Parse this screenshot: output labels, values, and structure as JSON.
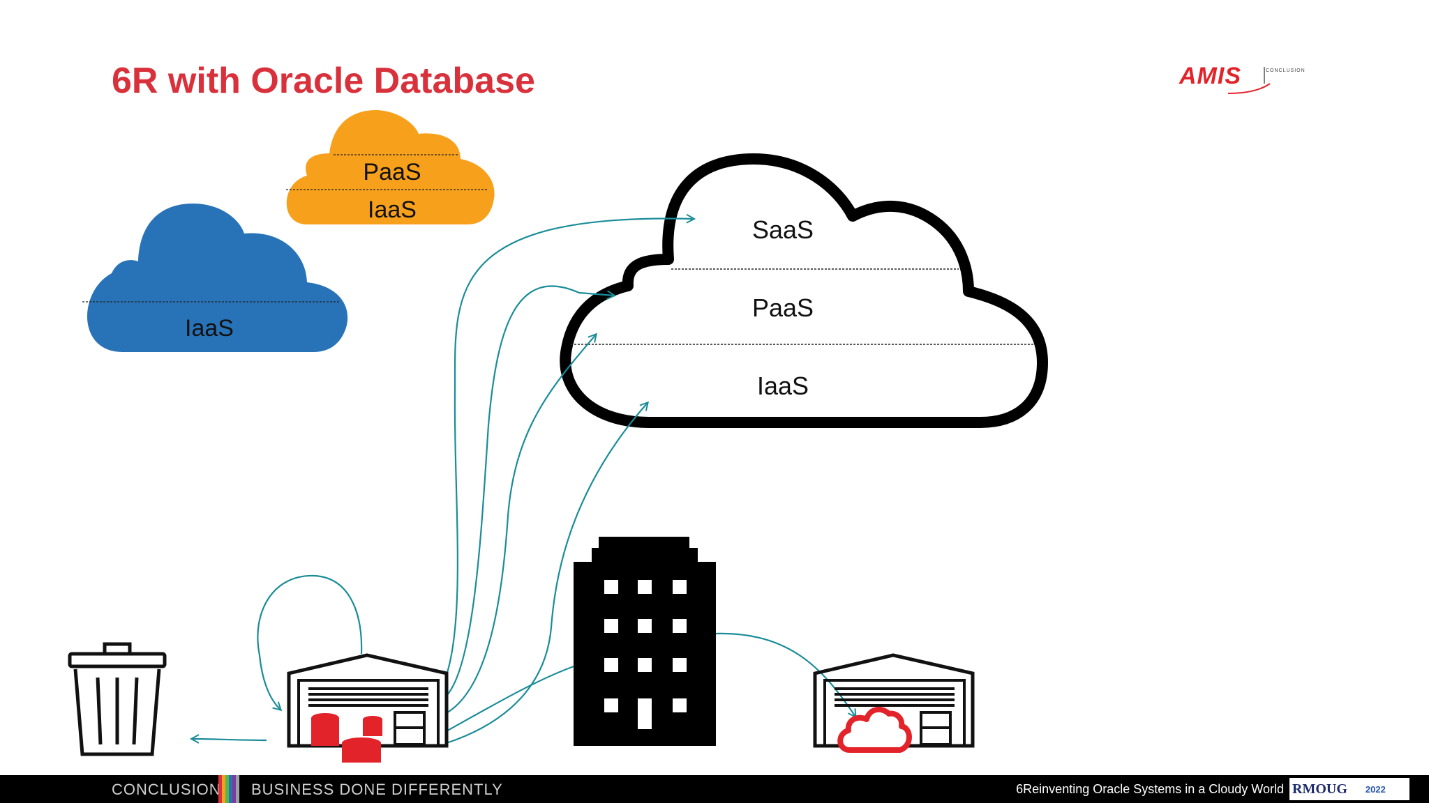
{
  "slide": {
    "title": "6R with Oracle Database"
  },
  "logo": {
    "text": "AMIS",
    "sub": "CONCLUSION"
  },
  "clouds": {
    "blue": {
      "layers": [
        "IaaS"
      ]
    },
    "orange": {
      "layers": [
        "PaaS",
        "IaaS"
      ]
    },
    "main": {
      "layers": [
        "SaaS",
        "PaaS",
        "IaaS"
      ]
    }
  },
  "footer": {
    "brand": "CONCLUSION",
    "tagline": "BUSINESS DONE DIFFERENTLY",
    "talk_title": "6Reinventing Oracle Systems in a Cloudy World",
    "event_logo": "RMOUG",
    "event_year": "2022"
  },
  "colors": {
    "title": "#d9313b",
    "blue_cloud": "#2873b8",
    "orange_cloud": "#f7a01c",
    "arrows": "#1a8c98",
    "red_accent": "#e2232a"
  },
  "icons": [
    "trash-can-icon",
    "data-center-icon",
    "database-icon",
    "office-building-icon",
    "cloud-icon"
  ]
}
